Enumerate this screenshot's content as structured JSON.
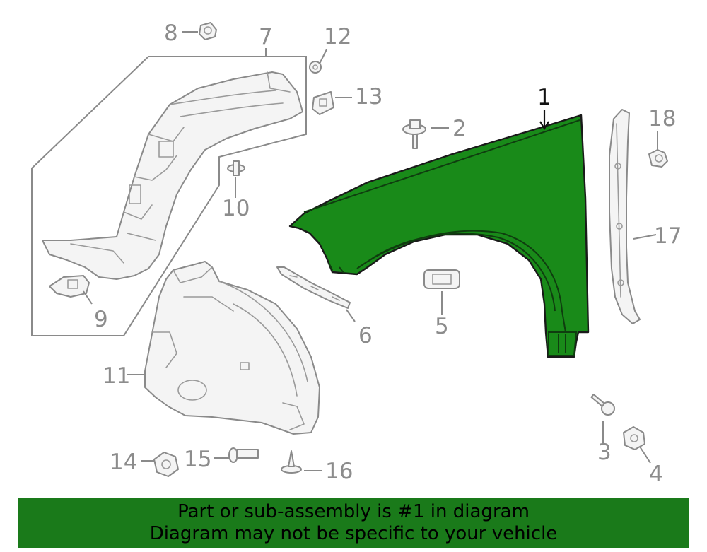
{
  "colors": {
    "highlight_part": "#198a19",
    "banner_background": "#1a7a1a",
    "part_outline": "#8a8a8a",
    "callout_text": "#8c8c8c"
  },
  "callouts": {
    "c1": "1",
    "c2": "2",
    "c3": "3",
    "c4": "4",
    "c5": "5",
    "c6": "6",
    "c7": "7",
    "c8": "8",
    "c9": "9",
    "c10": "10",
    "c11": "11",
    "c12": "12",
    "c13": "13",
    "c14": "14",
    "c15": "15",
    "c16": "16",
    "c17": "17",
    "c18": "18"
  },
  "highlighted_part": "1",
  "banner": {
    "line1": "Part or sub-assembly is #1 in diagram",
    "line2": "Diagram may not be specific to your vehicle"
  }
}
